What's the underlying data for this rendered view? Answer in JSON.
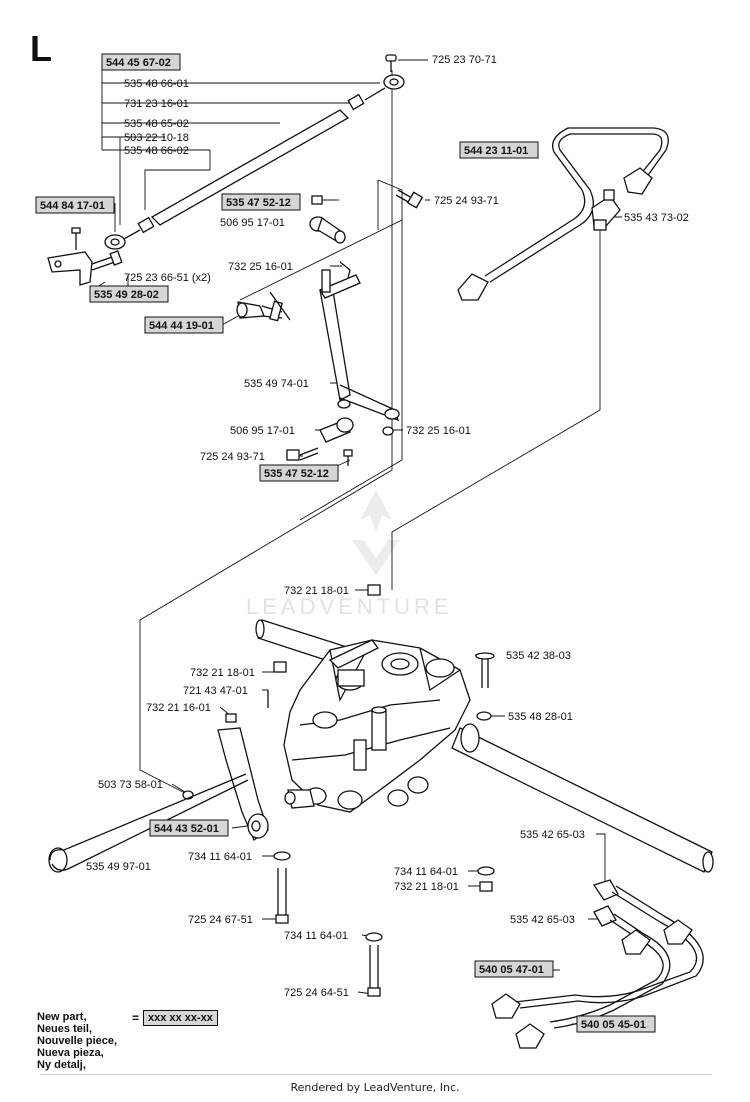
{
  "section_letter": "L",
  "watermark": "LEADVENTURE",
  "footer": "Rendered by LeadVenture, Inc.",
  "legend": {
    "lines": [
      "New part,",
      "Neues teil,",
      "Nouvelle piece,",
      "Nueva pieza,",
      "Ny detalj,"
    ],
    "equals": "=",
    "sample": "xxx xx xx-xx"
  },
  "boxed_parts": [
    "544 45 67-02",
    "544 84 17-01",
    "535 49 28-02",
    "535 47 52-12",
    "544 44 19-01",
    "535 47 52-12",
    "544 23 11-01",
    "544 43 52-01",
    "540 05 47-01",
    "540 05 45-01"
  ],
  "part_numbers": [
    "725 23 70-71",
    "535 48 66-01",
    "731 23 16-01",
    "535 48 65-02",
    "503 22 10-18",
    "535 48 66-02",
    "725 23 66-51 (x2)",
    "725 24 93-71",
    "506 95 17-01",
    "732 25 16-01",
    "535 49 74-01",
    "506 95 17-01",
    "732 25 16-01",
    "725 24 93-71",
    "535 43 73-02",
    "732 21 18-01",
    "535 42 38-03",
    "732 21 18-01",
    "721 43 47-01",
    "535 48 28-01",
    "732 21 16-01",
    "503 73 58-01",
    "535 42 65-03",
    "535 49 97-01",
    "734 11 64-01",
    "734 11 64-01",
    "732 21 18-01",
    "535 42 65-03",
    "725 24 67-51",
    "734 11 64-01",
    "725 24 64-51"
  ]
}
